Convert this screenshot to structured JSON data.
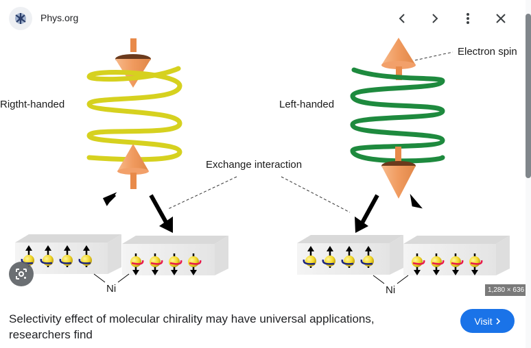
{
  "header": {
    "source_name": "Phys.org",
    "favicon_icon": "phys-org-logo-icon",
    "buttons": [
      {
        "name": "previous",
        "icon": "chevron-left-icon",
        "glyph": "‹"
      },
      {
        "name": "next",
        "icon": "chevron-right-icon",
        "glyph": "›"
      },
      {
        "name": "more-options",
        "icon": "more-vert-icon",
        "glyph": "⋮"
      },
      {
        "name": "close",
        "icon": "close-icon",
        "glyph": "✕"
      }
    ]
  },
  "figure": {
    "labels": {
      "right_handed": "Rigtht-handed",
      "left_handed": "Left-handed",
      "electron_spin": "Electron spin",
      "exchange_interaction": "Exchange interaction",
      "ni_left": "Ni",
      "ni_right": "Ni"
    },
    "colors": {
      "right_helix": "#d6d11f",
      "left_helix": "#1e8a3e",
      "spin_arrow": "#f0a46a",
      "spin_arrow_dark": "#6b3a1c",
      "block_face": "#f2f2f2",
      "block_top": "#d9d9d9",
      "ball": "#f2d82a",
      "blue_curl": "#1a237e",
      "red_curl": "#e8194a"
    },
    "image_dimensions": "1,280 × 636"
  },
  "caption": {
    "title": "Selectivity effect of molecular chirality may have universal applications, researchers find"
  },
  "actions": {
    "visit_label": "Visit",
    "visit_icon": "chevron-right-icon",
    "visit_color": "#1a73e8",
    "lens_icon": "google-lens-icon"
  }
}
